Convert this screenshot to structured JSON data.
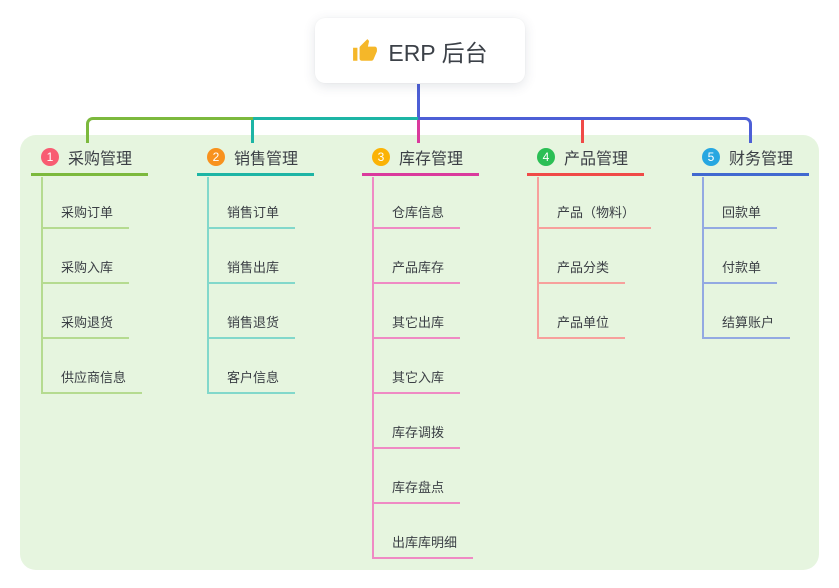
{
  "root": {
    "title": "ERP 后台",
    "icon": "thumbs-up-icon",
    "line_color": "#4d5fd6"
  },
  "panel": {
    "background": "#e6f5df"
  },
  "branches": [
    {
      "index": "1",
      "title": "采购管理",
      "color": "#7cb93d",
      "color_light": "#b5db90",
      "badge_color": "#f85c72",
      "items": [
        "采购订单",
        "采购入库",
        "采购退货",
        "供应商信息"
      ]
    },
    {
      "index": "2",
      "title": "销售管理",
      "color": "#1db5a5",
      "color_light": "#82d8cb",
      "badge_color": "#f8921e",
      "items": [
        "销售订单",
        "销售出库",
        "销售退货",
        "客户信息"
      ]
    },
    {
      "index": "3",
      "title": "库存管理",
      "color": "#da3a9d",
      "color_light": "#ef8ac4",
      "badge_color": "#fbb306",
      "items": [
        "仓库信息",
        "产品库存",
        "其它出库",
        "其它入库",
        "库存调拨",
        "库存盘点",
        "出库库明细"
      ]
    },
    {
      "index": "4",
      "title": "产品管理",
      "color": "#f04a47",
      "color_light": "#f7a09c",
      "badge_color": "#2bbf55",
      "items": [
        "产品（物料）",
        "产品分类",
        "产品单位"
      ]
    },
    {
      "index": "5",
      "title": "财务管理",
      "color": "#4169d0",
      "color_light": "#93a9e2",
      "badge_color": "#27a7e1",
      "items": [
        "回款单",
        "付款单",
        "结算账户"
      ]
    }
  ]
}
